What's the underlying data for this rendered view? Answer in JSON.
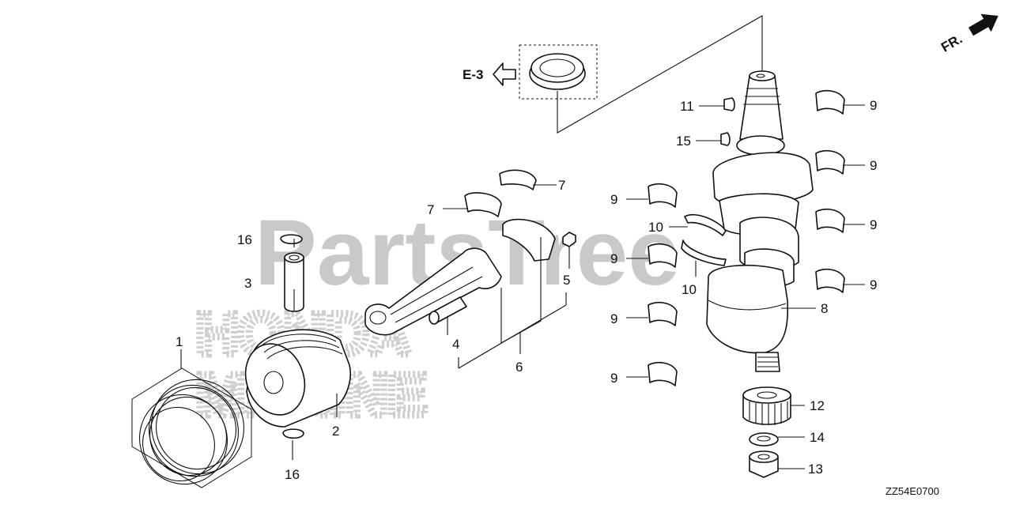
{
  "watermark": {
    "main": "PartsTree",
    "sub_line1": "HONDA",
    "sub_line2": "MARINE",
    "main_color": "#c8c8c8",
    "sub_color": "#d2d2d2"
  },
  "reference": {
    "label": "E-3"
  },
  "direction": {
    "label": "FR."
  },
  "diagram_code": "ZZ54E0700",
  "callouts": [
    {
      "id": "c1",
      "text": "1"
    },
    {
      "id": "c2",
      "text": "2"
    },
    {
      "id": "c3",
      "text": "3"
    },
    {
      "id": "c4",
      "text": "4"
    },
    {
      "id": "c5",
      "text": "5"
    },
    {
      "id": "c6",
      "text": "6"
    },
    {
      "id": "c7a",
      "text": "7"
    },
    {
      "id": "c7b",
      "text": "7"
    },
    {
      "id": "c8",
      "text": "8"
    },
    {
      "id": "c9a",
      "text": "9"
    },
    {
      "id": "c9b",
      "text": "9"
    },
    {
      "id": "c9c",
      "text": "9"
    },
    {
      "id": "c9d",
      "text": "9"
    },
    {
      "id": "c9e",
      "text": "9"
    },
    {
      "id": "c9f",
      "text": "9"
    },
    {
      "id": "c9g",
      "text": "9"
    },
    {
      "id": "c9h",
      "text": "9"
    },
    {
      "id": "c10a",
      "text": "10"
    },
    {
      "id": "c10b",
      "text": "10"
    },
    {
      "id": "c11",
      "text": "11"
    },
    {
      "id": "c12",
      "text": "12"
    },
    {
      "id": "c13",
      "text": "13"
    },
    {
      "id": "c14",
      "text": "14"
    },
    {
      "id": "c15",
      "text": "15"
    },
    {
      "id": "c16a",
      "text": "16"
    },
    {
      "id": "c16b",
      "text": "16"
    }
  ]
}
